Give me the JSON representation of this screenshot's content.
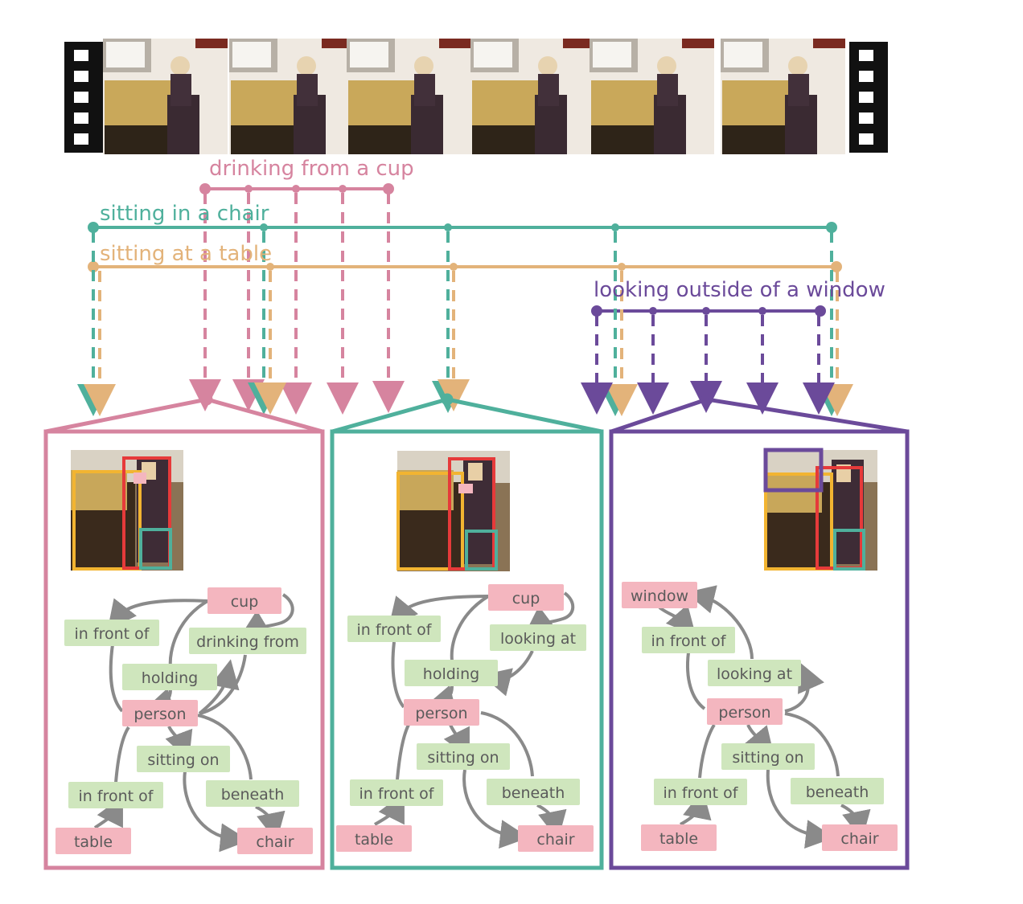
{
  "colors": {
    "drinking": "#d6849f",
    "chair": "#4fb09c",
    "table": "#e3b37a",
    "window": "#6b4a9a",
    "object_box": "#f4b6bf",
    "relation_box": "#cfe6bd",
    "node_text": "#5a5a5a",
    "edge": "#8a8a8a"
  },
  "actions": {
    "drinking": "drinking from a cup",
    "sitting_chair": "sitting in a chair",
    "sitting_table": "sitting at a table",
    "looking_window": "looking outside of a window"
  },
  "graphs": [
    {
      "nodes": {
        "cup": "cup",
        "in_front_of_top": "in front of",
        "relation_right": "drinking from",
        "holding": "holding",
        "person": "person",
        "sitting_on": "sitting on",
        "in_front_of_bottom": "in front of",
        "beneath": "beneath",
        "table": "table",
        "chair": "chair"
      }
    },
    {
      "nodes": {
        "cup": "cup",
        "in_front_of_top": "in front of",
        "relation_right": "looking at",
        "holding": "holding",
        "person": "person",
        "sitting_on": "sitting on",
        "in_front_of_bottom": "in front of",
        "beneath": "beneath",
        "table": "table",
        "chair": "chair"
      }
    },
    {
      "nodes": {
        "window": "window",
        "in_front_of_top": "in front of",
        "looking_at": "looking at",
        "person": "person",
        "sitting_on": "sitting on",
        "in_front_of_bottom": "in front of",
        "beneath": "beneath",
        "table": "table",
        "chair": "chair"
      }
    }
  ]
}
